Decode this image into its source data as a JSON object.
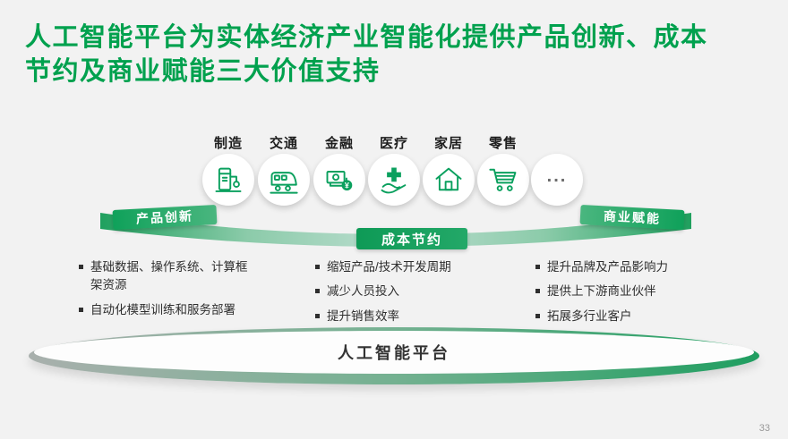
{
  "slide": {
    "title_line1": "人工智能平台为实体经济产业智能化提供产品创新、成本",
    "title_line2": "节约及商业赋能三大价值支持",
    "page_number": "33"
  },
  "industries": [
    {
      "label": "制造",
      "icon": "manufacturing-icon"
    },
    {
      "label": "交通",
      "icon": "transport-icon"
    },
    {
      "label": "金融",
      "icon": "finance-icon"
    },
    {
      "label": "医疗",
      "icon": "medical-icon"
    },
    {
      "label": "家居",
      "icon": "home-icon"
    },
    {
      "label": "零售",
      "icon": "retail-icon"
    },
    {
      "label": "...",
      "icon": "ellipsis-icon"
    }
  ],
  "ribbon": {
    "left": "产品创新",
    "middle": "成本节约",
    "right": "商业赋能"
  },
  "value_columns": [
    {
      "items": [
        "基础数据、操作系统、计算框架资源",
        "自动化模型训练和服务部署"
      ]
    },
    {
      "items": [
        "缩短产品/技术开发周期",
        "减少人员投入",
        "提升销售效率"
      ]
    },
    {
      "items": [
        "提升品牌及产品影响力",
        "提供上下游商业伙伴",
        "拓展多行业客户"
      ]
    }
  ],
  "platform": {
    "label": "人工智能平台"
  },
  "colors": {
    "title_green": "#00A14E",
    "icon_green": "#0AA05E",
    "band_green": "#1FA05E",
    "background": "#F2F2F2",
    "text_dark": "#2F2F2F"
  }
}
